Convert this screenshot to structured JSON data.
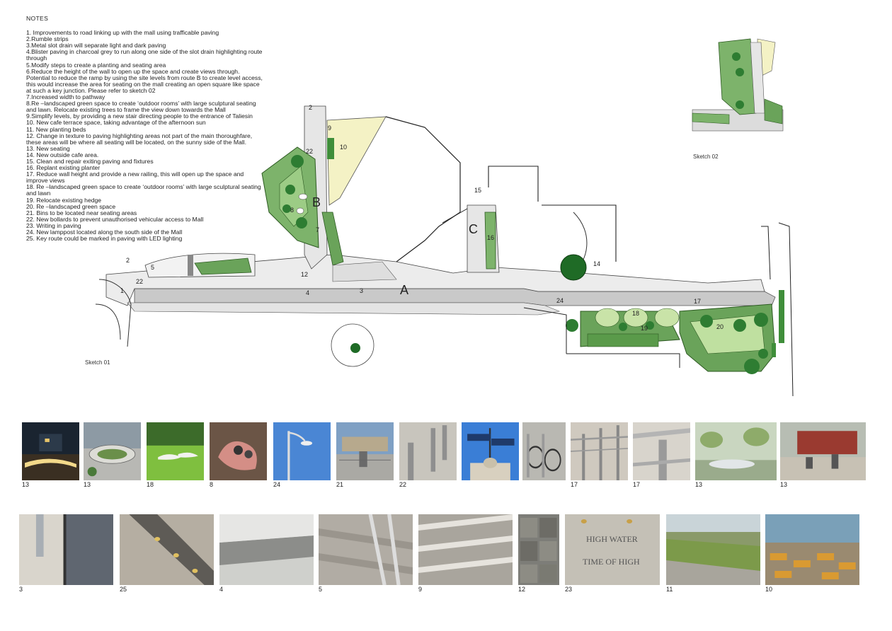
{
  "notes": {
    "title": "NOTES",
    "items": [
      "1. Improvements to road linking up with the mall using trafficable paving",
      "2.Rumble strips",
      "3.Metal slot drain will separate light and dark paving",
      "4.Blister paving in charcoal grey to run along one side of the slot drain highlighting route through",
      "5.Modify steps to create a planting and seating area",
      "6.Reduce the height of the wall to open up the space and create views through.  Potential to reduce the ramp by using the site levels from route B to create level access, this would increase the area for seating on the mall creating an open square like space at such a key junction.  Please refer to sketch 02",
      "7.Increased width to pathway",
      "8.Re –landscaped green space to create ‘outdoor rooms’ with large sculptural seating and lawn.  Relocate existing trees to frame the view down towards the Mall",
      "9.Simplify levels, by providing a new stair directing people to the entrance of Taliesin",
      "10. New cafe terrace space, taking advantage of the afternoon sun",
      "11. New planting beds",
      "12. Change in texture to paving highlighting areas not part of the main thoroughfare, these areas will be where all seating will be located, on the sunny side of the Mall.",
      "13. New seating",
      "14. New outside cafe area.",
      "15. Clean and repair exiting paving and fixtures",
      "16. Replant existing planter",
      "17. Reduce wall height and provide a new railing, this will open up the space and improve views",
      "18. Re –landscaped green space to create ‘outdoor rooms’ with large sculptural seating and lawn",
      "19. Relocate existing hedge",
      "20. Re –landscaped green space",
      "21. Bins to be located near seating areas",
      "22. New bollards to prevent unauthorised vehicular access to Mall",
      "23. Writing in paving",
      "24. New lamppost located along the south side of the Mall",
      "25. Key route could be marked in paving with LED lighting"
    ]
  },
  "sketches": {
    "sketch01": "Sketch 01",
    "sketch02": "Sketch 02"
  },
  "plan_labels": {
    "route_a": "A",
    "route_b": "B",
    "route_c": "C",
    "n1": "1",
    "n2a": "2",
    "n2b": "2",
    "n3": "3",
    "n4": "4",
    "n5": "5",
    "n7": "7",
    "n8": "8",
    "n9": "9",
    "n10": "10",
    "n12": "12",
    "n14": "14",
    "n15": "15",
    "n16": "16",
    "n17": "17",
    "n18": "18",
    "n19": "19",
    "n20": "20",
    "n22a": "22",
    "n22b": "22",
    "n24": "24"
  },
  "photos_row1": [
    {
      "caption": "13",
      "icon": "illuminated-bench"
    },
    {
      "caption": "13",
      "icon": "circular-seating"
    },
    {
      "caption": "18",
      "icon": "sculptural-seats-lawn"
    },
    {
      "caption": "8",
      "icon": "pink-sculptural-seat"
    },
    {
      "caption": "24",
      "icon": "lamppost"
    },
    {
      "caption": "21",
      "icon": "bin"
    },
    {
      "caption": "22",
      "icon": "bollards"
    },
    {
      "caption": "",
      "icon": "wayfinding-sign"
    },
    {
      "caption": "",
      "icon": "bike-rack"
    },
    {
      "caption": "17",
      "icon": "railing"
    },
    {
      "caption": "17",
      "icon": "railing-detail"
    },
    {
      "caption": "13",
      "icon": "plaza-seating"
    },
    {
      "caption": "13",
      "icon": "red-seating"
    }
  ],
  "photos_row2": [
    {
      "caption": "3",
      "icon": "slot-drain"
    },
    {
      "caption": "25",
      "icon": "led-paving"
    },
    {
      "caption": "4",
      "icon": "blister-paving"
    },
    {
      "caption": "5",
      "icon": "steps-handrail"
    },
    {
      "caption": "9",
      "icon": "stone-steps"
    },
    {
      "caption": "12",
      "icon": "textured-paving"
    },
    {
      "caption": "23",
      "icon": "writing-in-paving"
    },
    {
      "caption": "11",
      "icon": "planting-beds"
    },
    {
      "caption": "10",
      "icon": "cafe-terrace"
    }
  ],
  "paving_text": {
    "line1": "HIGH WATER",
    "line2": "TIME OF HIGH"
  }
}
